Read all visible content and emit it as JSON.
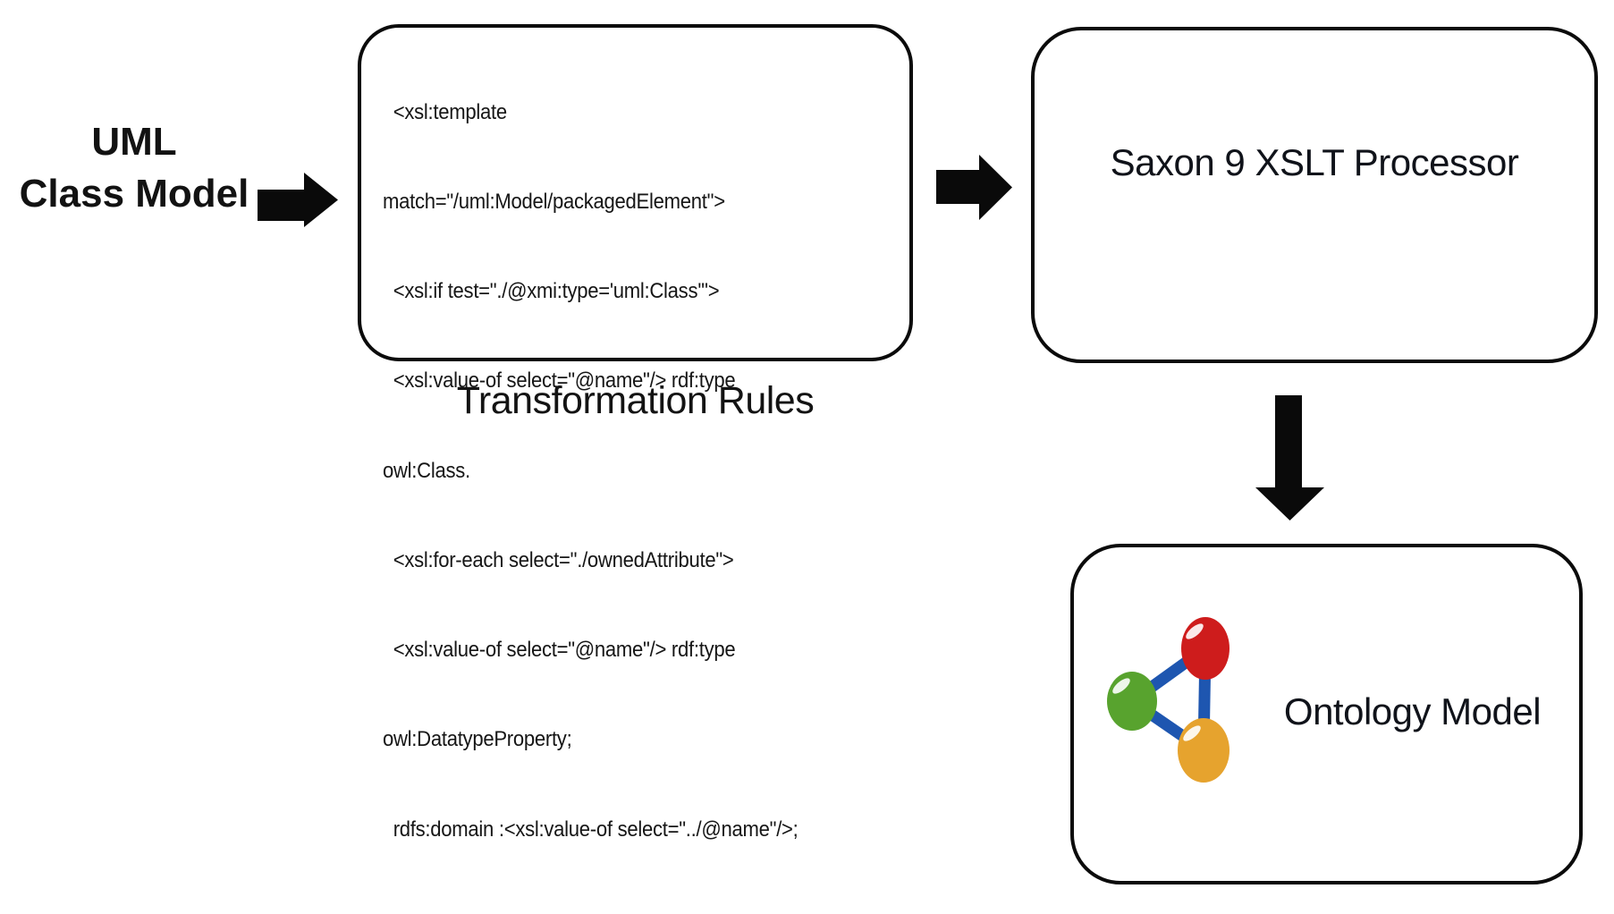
{
  "diagram": {
    "uml_label": {
      "line1": "UML",
      "line2": "Class Model"
    },
    "code_box": {
      "lines": [
        "  <xsl:template",
        "match=\"/uml:Model/packagedElement\">",
        "  <xsl:if test=\"./@xmi:type='uml:Class'\">",
        "  <xsl:value-of select=\"@name\"/> rdf:type",
        "owl:Class.",
        "  <xsl:for-each select=\"./ownedAttribute\">",
        "  <xsl:value-of select=\"@name\"/> rdf:type",
        "owl:DatatypeProperty;",
        "  rdfs:domain :<xsl:value-of select=\"../@name\"/>;"
      ],
      "caption": "Transformation Rules"
    },
    "processor_box": {
      "label": "Saxon 9 XSLT Processor"
    },
    "ontology_box": {
      "label": "Ontology Model",
      "icon": "rdf-graph-icon"
    },
    "colors": {
      "node_red": "#ce1c1c",
      "node_green": "#58a32e",
      "node_orange": "#e6a32e",
      "edge_blue": "#1e56b0",
      "arrow_black": "#0a0a0a"
    }
  }
}
